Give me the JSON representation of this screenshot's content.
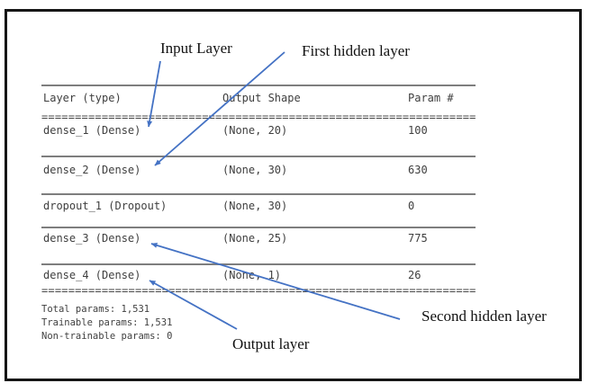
{
  "colors": {
    "arrow_blue": "#4472c4",
    "table_text": "#3f3f3f",
    "rule_gray": "#7e7e7e",
    "frame_border": "#161616",
    "background": "#ffffff"
  },
  "annotations": {
    "input": "Input Layer",
    "first_hidden": "First hidden layer",
    "second_hidden": "Second hidden layer",
    "output": "Output layer"
  },
  "table": {
    "headers": [
      "Layer (type)",
      "Output Shape",
      "Param #"
    ],
    "separator": "======================================================================",
    "rows": [
      {
        "layer": "dense_1 (Dense)",
        "output_shape": "(None, 20)",
        "params": "100"
      },
      {
        "layer": "dense_2 (Dense)",
        "output_shape": "(None, 30)",
        "params": "630"
      },
      {
        "layer": "dropout_1 (Dropout)",
        "output_shape": "(None, 30)",
        "params": "0"
      },
      {
        "layer": "dense_3 (Dense)",
        "output_shape": "(None, 25)",
        "params": "775"
      },
      {
        "layer": "dense_4 (Dense)",
        "output_shape": "(None, 1)",
        "params": "26"
      }
    ]
  },
  "summary": {
    "total": "Total params: 1,531",
    "trainable": "Trainable params: 1,531",
    "non_trainable": "Non-trainable params: 0"
  }
}
